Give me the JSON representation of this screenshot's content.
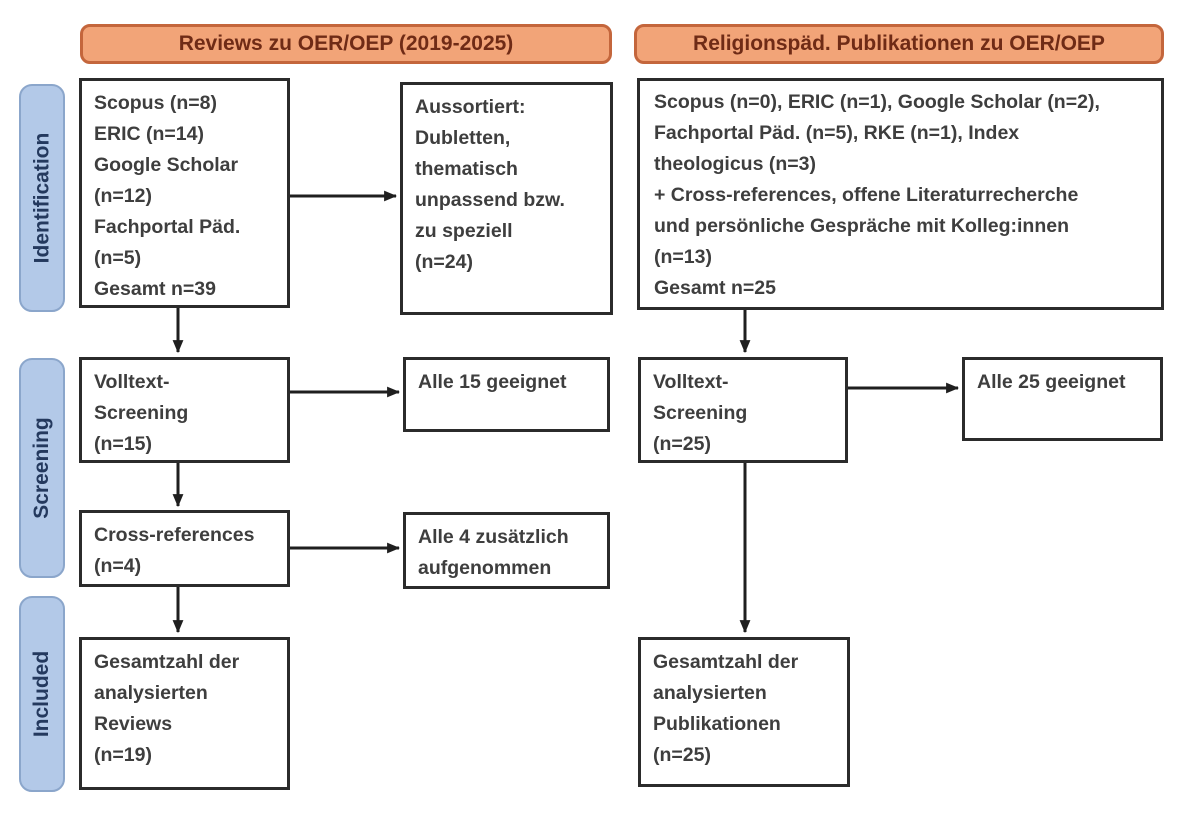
{
  "diagram": {
    "type": "prisma-flow-diagram",
    "headers": {
      "reviews": "Reviews zu OER/OEP (2019-2025)",
      "relpaed": "Religionspäd. Publikationen zu OER/OEP"
    },
    "stages": {
      "identification": "Identification",
      "screening": "Screening",
      "included": "Included"
    },
    "boxes": {
      "reviews_identification": {
        "lines": [
          "Scopus (n=8)",
          "ERIC (n=14)",
          "Google Scholar",
          "(n=12)",
          "Fachportal Päd.",
          "(n=5)",
          "Gesamt n=39"
        ]
      },
      "reviews_aussortiert": {
        "lines": [
          "Aussortiert:",
          "Dubletten,",
          "thematisch",
          "unpassend bzw.",
          "zu speziell",
          "(n=24)"
        ]
      },
      "reviews_volltext": {
        "lines": [
          "Volltext-",
          "Screening",
          "(n=15)"
        ]
      },
      "reviews_alle15": {
        "lines": [
          "Alle 15 geeignet"
        ]
      },
      "reviews_crossref": {
        "lines": [
          "Cross-references",
          "(n=4)"
        ]
      },
      "reviews_alle4": {
        "lines": [
          "Alle 4 zusätzlich",
          "aufgenommen"
        ]
      },
      "reviews_gesamt": {
        "lines": [
          "Gesamtzahl der",
          "analysierten",
          "Reviews",
          "(n=19)"
        ]
      },
      "relpaed_identification": {
        "lines": [
          "Scopus (n=0), ERIC (n=1), Google Scholar (n=2),",
          "Fachportal Päd. (n=5), RKE (n=1), Index",
          "theologicus (n=3)",
          "+ Cross-references, offene Literaturrecherche",
          "und persönliche Gespräche mit Kolleg:innen",
          "(n=13)",
          "Gesamt n=25"
        ]
      },
      "relpaed_volltext": {
        "lines": [
          "Volltext-",
          "Screening",
          "(n=25)"
        ]
      },
      "relpaed_alle25": {
        "lines": [
          "Alle 25 geeignet"
        ]
      },
      "relpaed_gesamt": {
        "lines": [
          "Gesamtzahl der",
          "analysierten",
          "Publikationen",
          "(n=25)"
        ]
      }
    },
    "colors": {
      "header_fill": "#F2A478",
      "header_border": "#C4663C",
      "header_text": "#6F2B16",
      "stage_fill": "#B3C9E8",
      "stage_border": "#8BA6CB",
      "stage_text": "#24395E",
      "box_border": "#2B2B2B",
      "box_text": "#3E3E3E",
      "arrow": "#1F1F1F",
      "background": "#FFFFFF"
    }
  }
}
